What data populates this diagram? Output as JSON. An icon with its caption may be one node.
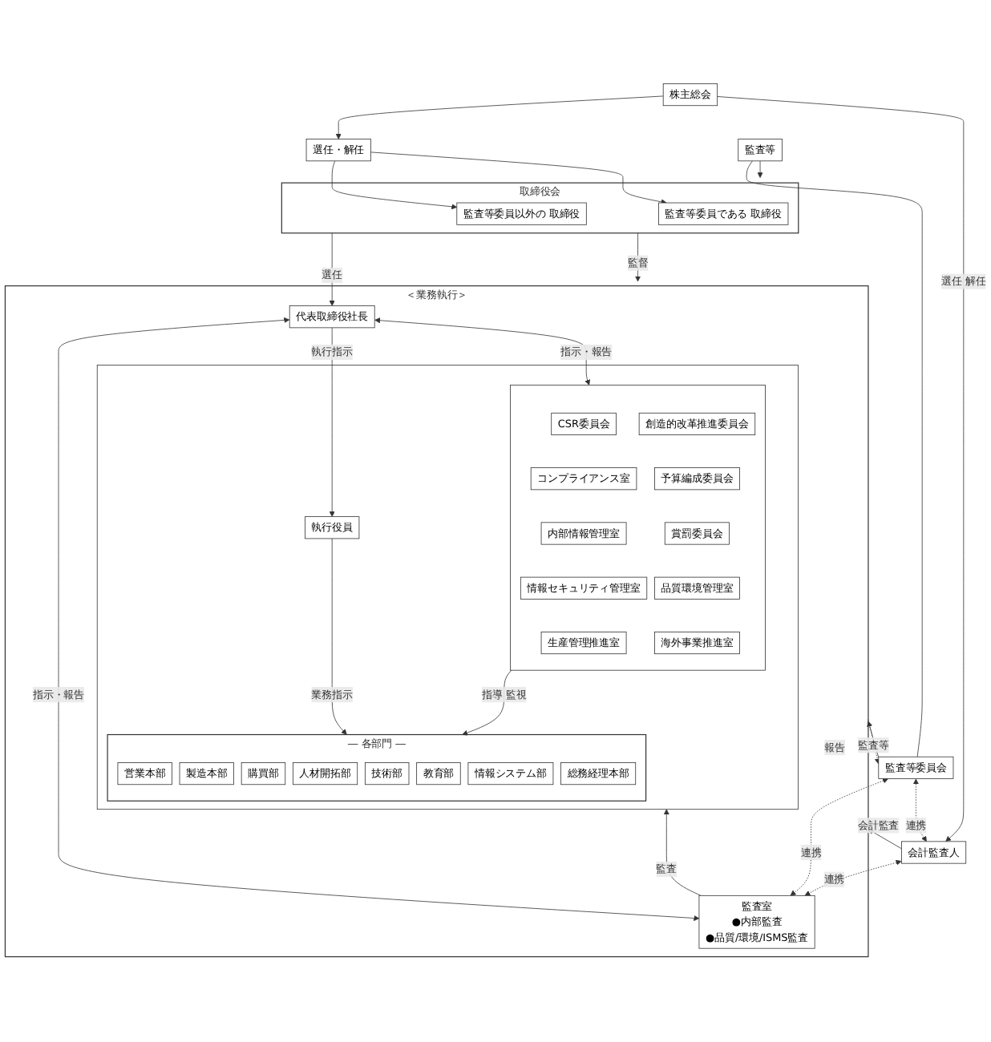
{
  "diagram": {
    "nodes": [
      {
        "text": [
          "株主総会"
        ]
      },
      {
        "text": [
          "選任・解任"
        ]
      },
      {
        "text": [
          "取締役会"
        ]
      },
      {
        "text": [
          "監査等委員以外の 取締役"
        ],
        "in": 2
      },
      {
        "text": [
          "監査等委員である 取締役"
        ],
        "in": 2
      },
      {
        "text": [
          "監査等"
        ]
      },
      {
        "text": [
          "監査等委員会"
        ]
      },
      {
        "text": [
          "会計監査人"
        ]
      },
      {
        "text": [
          "＜業務執行＞"
        ]
      },
      {
        "text": [
          "代表取締役社長"
        ],
        "in": 8
      },
      {
        "text": [
          "監査室",
          "●内部監査",
          "●品質/環境/ISMS監査"
        ],
        "in": 8
      },
      {
        "text": [],
        "shape": "box",
        "in": 8
      },
      {
        "text": [
          "執行役員"
        ],
        "in": 11
      },
      {
        "text": [
          "― 各部門 ―"
        ],
        "in": 11
      },
      {
        "text": [
          "営業本部"
        ],
        "in": 13
      },
      {
        "text": [
          "製造本部"
        ],
        "in": 13
      },
      {
        "text": [
          "購買部"
        ],
        "in": 13
      },
      {
        "text": [
          "人材開拓部"
        ],
        "in": 13
      },
      {
        "text": [
          "技術部"
        ],
        "in": 13
      },
      {
        "text": [
          "教育部"
        ],
        "in": 13
      },
      {
        "text": [
          "情報システム部"
        ],
        "in": 13
      },
      {
        "text": [
          "総務経理本部"
        ],
        "in": 13
      },
      {
        "text": [],
        "shape": "box",
        "in": 11
      },
      {
        "text": [
          "CSR委員会"
        ],
        "in": 22
      },
      {
        "text": [
          "創造的改革推進委員会"
        ],
        "in": 22
      },
      {
        "text": [
          "コンプライアンス室"
        ],
        "in": 22
      },
      {
        "text": [
          "予算編成委員会"
        ],
        "in": 22
      },
      {
        "text": [
          "内部情報管理室"
        ],
        "in": 22
      },
      {
        "text": [
          "賞罰委員会"
        ],
        "in": 22
      },
      {
        "text": [
          "情報セキュリティ管理室"
        ],
        "in": 22
      },
      {
        "text": [
          "品質環境管理室"
        ],
        "in": 22
      },
      {
        "text": [
          "生産管理推進室"
        ],
        "in": 22
      },
      {
        "text": [
          "海外事業推進室"
        ],
        "in": 22
      }
    ],
    "edges": [
      {
        "from": 0,
        "to": 1,
        "arrow": "to"
      },
      {
        "from": 1,
        "to": 3,
        "arrow": "to"
      },
      {
        "from": 1,
        "to": 4,
        "arrow": "to"
      },
      {
        "from": 0,
        "to": 7,
        "arrow": "to",
        "label": "選任 解任"
      },
      {
        "from": 5,
        "to": 6,
        "arrow": "none"
      },
      {
        "from": 5,
        "to": 2,
        "arrow": "to"
      },
      {
        "from": 6,
        "to": 7,
        "arrow": "both",
        "label": "連携",
        "style": "dashed"
      },
      {
        "from": 2,
        "to": 9,
        "arrow": "to",
        "label": "選任"
      },
      {
        "from": 2,
        "to": 8,
        "arrow": "to",
        "label": "監督"
      },
      {
        "from": 6,
        "to": 8,
        "arrow": "to",
        "label": "監査等"
      },
      {
        "from": 6,
        "to": 10,
        "arrow": "both",
        "label": "連携",
        "style": "dashed"
      },
      {
        "from": 7,
        "to": 8,
        "arrow": "to",
        "label": "会計監査"
      },
      {
        "from": 7,
        "to": 10,
        "arrow": "both",
        "label": "連携",
        "style": "dashed"
      },
      {
        "from": 8,
        "to": 6,
        "arrow": "to",
        "label": "報告",
        "style": "dashed"
      },
      {
        "from": 9,
        "to": 10,
        "arrow": "both",
        "label": "指示・報告"
      },
      {
        "from": 9,
        "to": 12,
        "arrow": "to",
        "label": "執行指示"
      },
      {
        "from": 9,
        "to": 22,
        "arrow": "both",
        "label": "指示・報告"
      },
      {
        "from": 10,
        "to": 11,
        "arrow": "to",
        "label": "監査"
      },
      {
        "from": 12,
        "to": 13,
        "arrow": "to",
        "label": "業務指示"
      },
      {
        "from": 22,
        "to": 13,
        "arrow": "to",
        "label": "指導 監視"
      }
    ]
  }
}
